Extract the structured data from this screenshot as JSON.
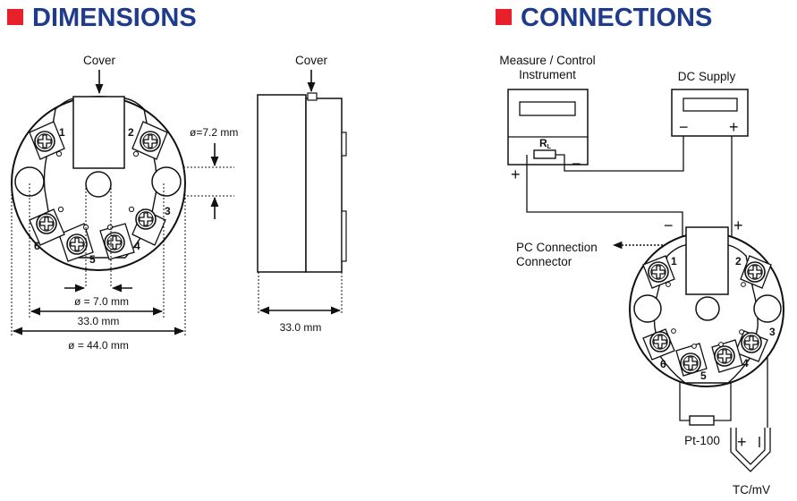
{
  "colors": {
    "heading": "#1f3b8c",
    "accent": "#e8202a",
    "line": "#111111"
  },
  "dimensions": {
    "title": "DIMENSIONS",
    "cover_label_front": "Cover",
    "cover_label_side": "Cover",
    "hole_diameter": "ø=7.2 mm",
    "inner_diameter": "ø = 7.0 mm",
    "width_33": "33.0 mm",
    "outer_diameter": "ø = 44.0 mm",
    "side_width": "33.0 mm",
    "terminals": [
      "1",
      "2",
      "3",
      "4",
      "5",
      "6"
    ]
  },
  "connections": {
    "title": "CONNECTIONS",
    "instrument_label_line1": "Measure / Control",
    "instrument_label_line2": "Instrument",
    "supply_label": "DC Supply",
    "resistor_label": "R",
    "resistor_sub": "L",
    "pc_label_line1": "PC Connection",
    "pc_label_line2": "Connector",
    "pt100_label": "Pt-100",
    "tc_label": "TC/mV",
    "plus": "+",
    "minus": "−",
    "terminals": [
      "1",
      "2",
      "3",
      "4",
      "5",
      "6"
    ]
  }
}
